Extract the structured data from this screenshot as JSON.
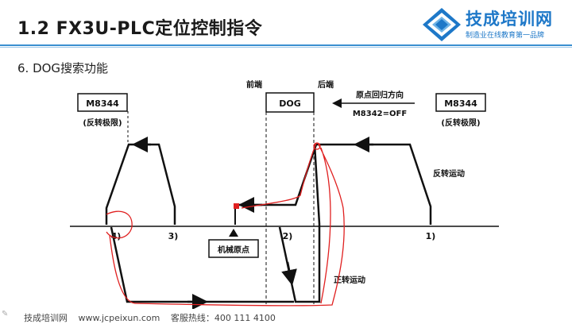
{
  "header": {
    "title": "1.2  FX3U-PLC定位控制指令",
    "subtitle": "6. DOG搜索功能"
  },
  "logo": {
    "name": "技成培训网",
    "slogan": "制造业在线教育第一品牌",
    "colors": {
      "primary": "#1e78c8",
      "light": "#6fb3e6"
    }
  },
  "diagram": {
    "box_left": "M8344",
    "box_left_caption": "(反转极限)",
    "box_right": "M8344",
    "box_right_caption": "(反转极限)",
    "box_dog": "DOG",
    "front_end": "前端",
    "rear_end": "后端",
    "direction_title": "原点回归方向",
    "direction_flag": "M8342=OFF",
    "reverse_motion": "反转运动",
    "forward_motion": "正转运动",
    "origin_label": "机械原点",
    "point_1": "1)",
    "point_2": "2)",
    "point_3": "3)",
    "point_4": "4)"
  },
  "footer": {
    "brand": "技成培训网",
    "url": "www.jcpeixun.com",
    "hotline": "客服热线：400 111 4100"
  }
}
